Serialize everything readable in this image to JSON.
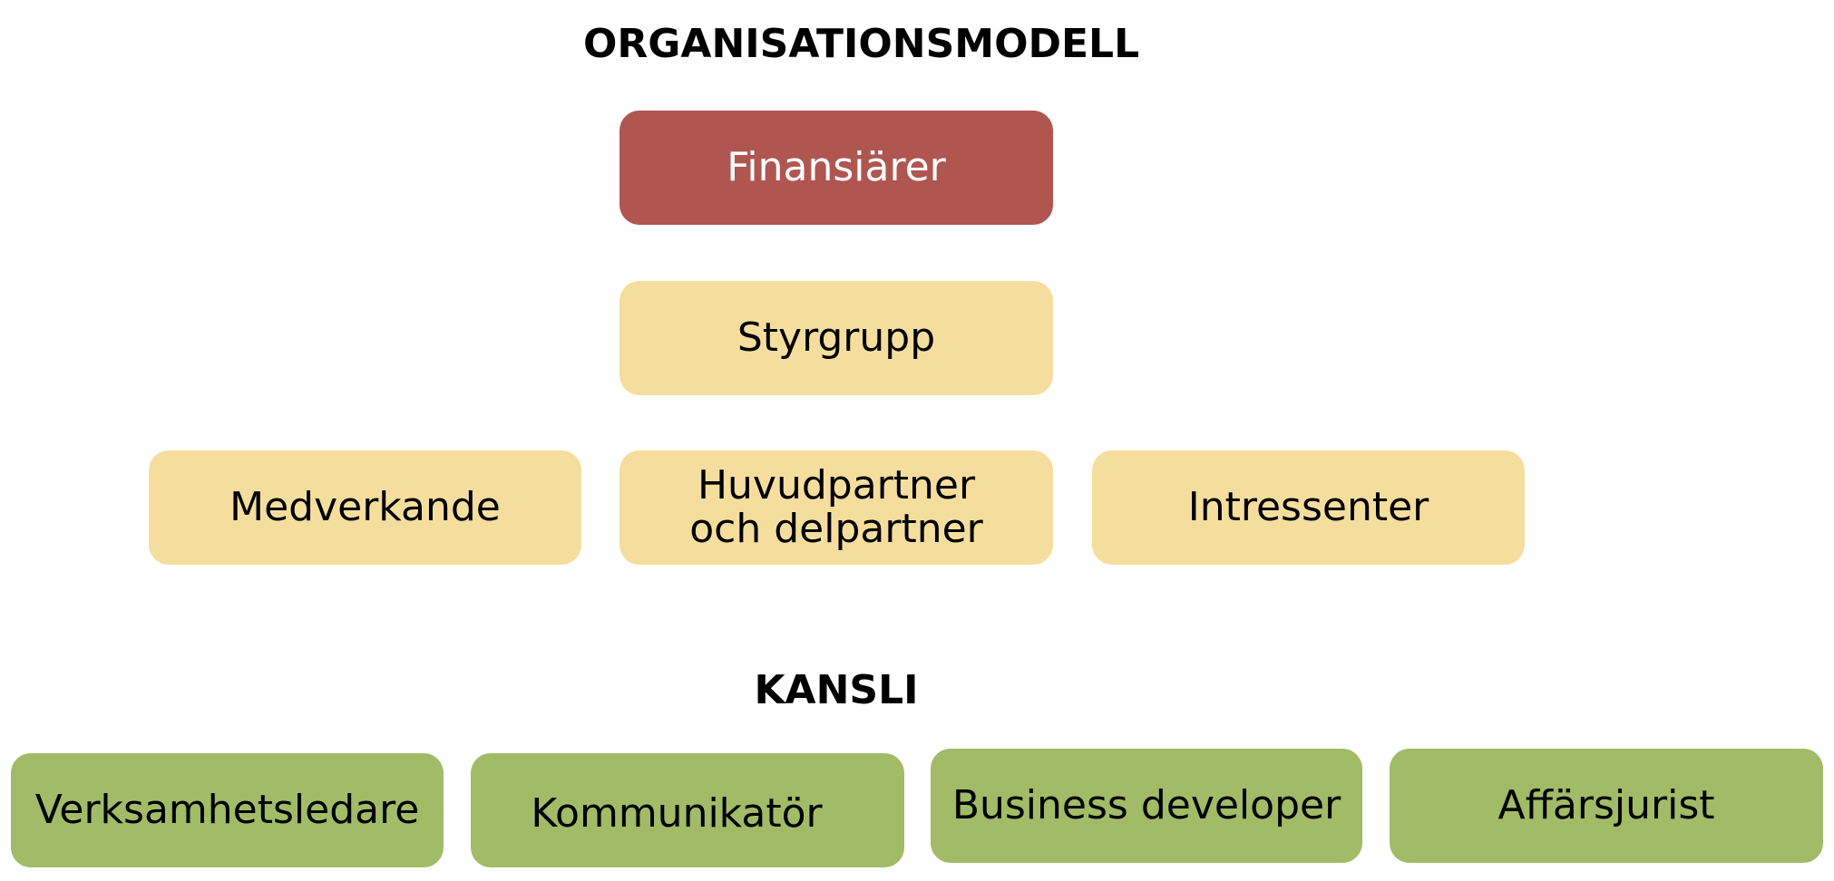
{
  "headings": {
    "top": "ORGANISATIONSMODELL",
    "kansli": "KANSLI"
  },
  "boxes": {
    "financiers": "Finansiärer",
    "steering_group": "Styrgrupp",
    "contributors": "Medverkande",
    "main_partner": {
      "line1": "Huvudpartner",
      "line2": "och delpartner"
    },
    "stakeholders": "Intressenter",
    "operations_manager": "Verksamhetsledare",
    "communicator": "Kommunikatör",
    "business_developer": "Business developer",
    "business_lawyer": "Affärsjurist"
  },
  "colors": {
    "financiers_fill": "#B05651",
    "governance_fill": "#F5DE9D",
    "office_fill": "#A1BB67"
  }
}
